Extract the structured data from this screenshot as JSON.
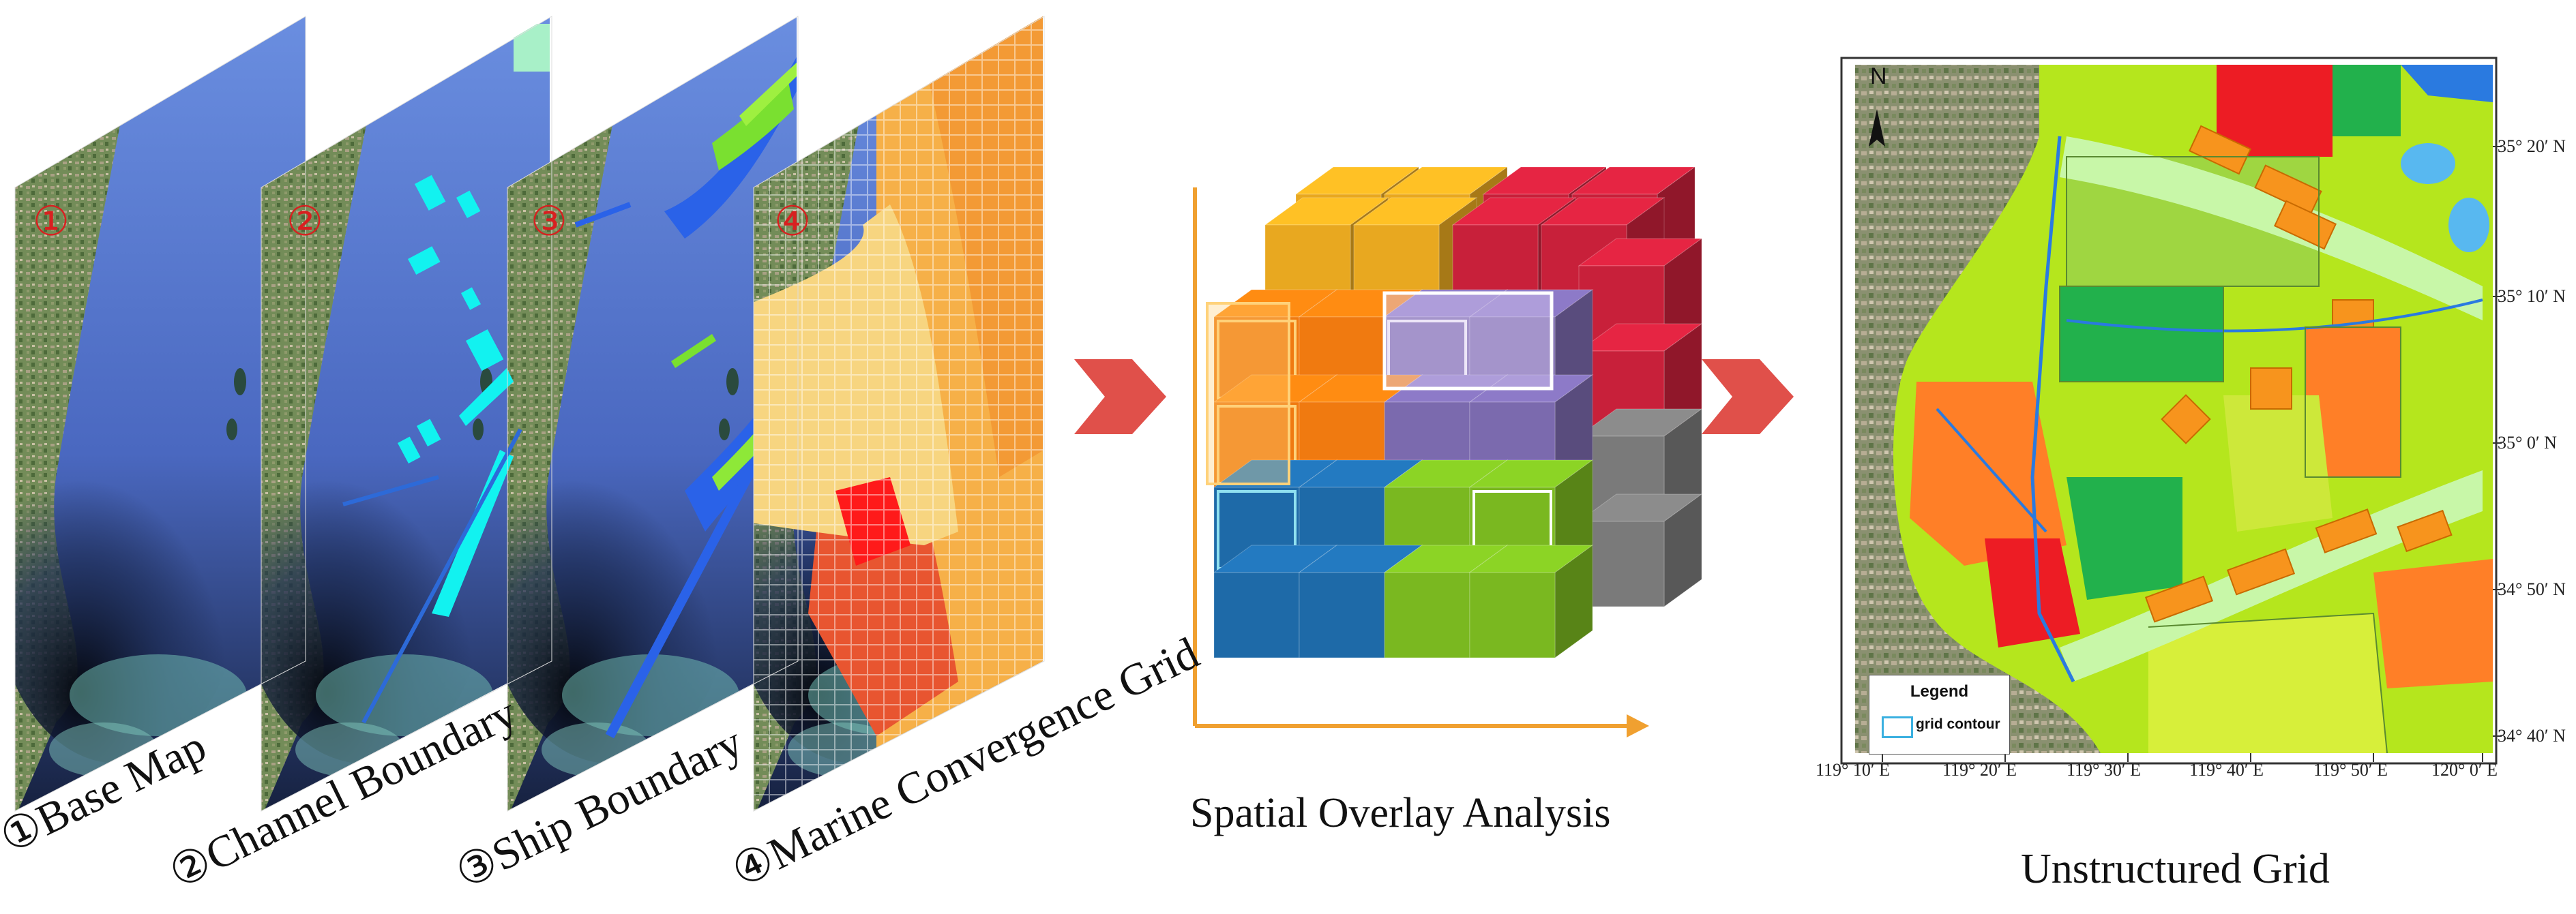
{
  "layers": [
    {
      "badge": "①",
      "label": "①Base Map"
    },
    {
      "badge": "②",
      "label": "②Channel Boundary"
    },
    {
      "badge": "③",
      "label": "③Ship Boundary"
    },
    {
      "badge": "④",
      "label": "④Marine Convergence Grid"
    }
  ],
  "overlay": {
    "caption": "Spatial Overlay Analysis"
  },
  "result": {
    "caption": "Unstructured Grid",
    "north": "N",
    "legend": {
      "title": "Legend",
      "item": "grid contour"
    },
    "lon_labels": [
      "119° 10′ E",
      "119° 20′ E",
      "119° 30′ E",
      "119° 40′ E",
      "119° 50′ E",
      "120° 0′ E"
    ],
    "lat_labels": [
      "35° 20′ N",
      "35° 10′ N",
      "35° 0′ N",
      "34° 50′ N",
      "34° 40′ N"
    ]
  },
  "colors": {
    "sea": "#5b7fd6",
    "land": "#6f8a55",
    "arrow": "#e0504a",
    "axis": "#f0a030",
    "badge": "#d82020",
    "cube_yellow": "#e8a820",
    "cube_red": "#c8203a",
    "cube_orange": "#f07a10",
    "cube_purple": "#7b6aae",
    "cube_blue": "#1e6aa8",
    "cube_green": "#7ab820",
    "cube_gray": "#7a7a7a",
    "zone_lime": "#b5e61d",
    "zone_green": "#22b14c",
    "zone_orange": "#ff7f27",
    "zone_red": "#ed1c24",
    "zone_yellow": "#fff200"
  }
}
